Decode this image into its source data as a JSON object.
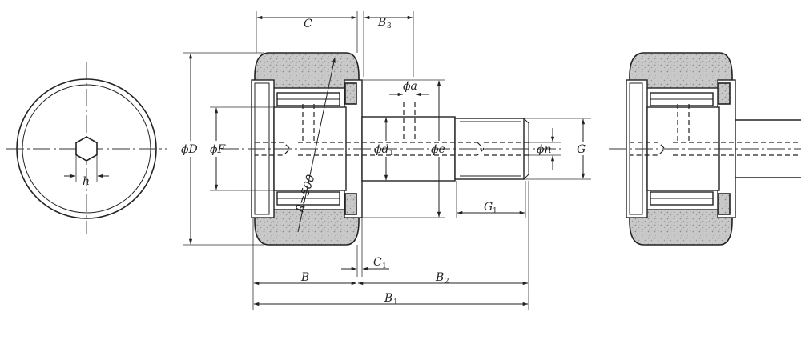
{
  "labels": {
    "C": "C",
    "B3": "B",
    "B3_sub": "3",
    "phi_a": "ϕa",
    "phi_D": "ϕD",
    "phi_F": "ϕF",
    "phi_d1": "ϕd",
    "phi_d1_sub": "1",
    "phi_e": "ϕe",
    "phi_n": "ϕn",
    "G": "G",
    "G1": "G",
    "G1_sub": "1",
    "h": "h",
    "R500": "R=500",
    "C1": "C",
    "C1_sub": "1",
    "B": "B",
    "B2": "B",
    "B2_sub": "2",
    "B1": "B",
    "B1_sub": "1"
  },
  "colors": {
    "line": "#222222",
    "tire_fill": "#c8c8c8",
    "background": "#ffffff"
  }
}
